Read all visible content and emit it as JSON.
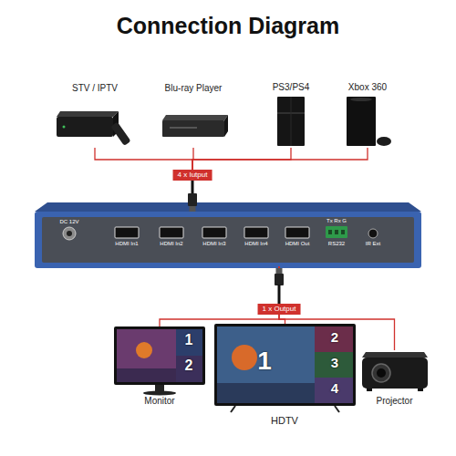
{
  "diagram": {
    "title": "Connection Diagram",
    "nodes": [
      {
        "text": [
          "STV / IPTV"
        ]
      },
      {
        "text": [
          "Blu-ray Player"
        ]
      },
      {
        "text": [
          "PS3/PS4"
        ]
      },
      {
        "text": [
          "Xbox 360"
        ]
      },
      {
        "text": [
          "DC 12V",
          "HDMI In1",
          "HDMI In2",
          "HDMI In3",
          "HDMI In4",
          "HDMI Out",
          "Tx Rx G",
          "RS232",
          "IR Ext"
        ]
      },
      {
        "text": [
          "1",
          "2",
          "Monitor"
        ]
      },
      {
        "text": [
          "1",
          "2",
          "3",
          "4",
          "HDTV"
        ]
      },
      {
        "text": [
          "Projector"
        ]
      }
    ],
    "edges": [
      {
        "from": 0,
        "to": 4,
        "arrow": "none"
      },
      {
        "from": 1,
        "to": 4,
        "label": "4 x Iutput",
        "arrow": "none"
      },
      {
        "from": 2,
        "to": 4,
        "arrow": "none"
      },
      {
        "from": 3,
        "to": 4,
        "arrow": "none"
      },
      {
        "from": 4,
        "to": 5,
        "arrow": "none"
      },
      {
        "from": 4,
        "to": 6,
        "label": "1 x Output",
        "arrow": "none"
      },
      {
        "from": 4,
        "to": 7,
        "arrow": "none"
      }
    ]
  }
}
